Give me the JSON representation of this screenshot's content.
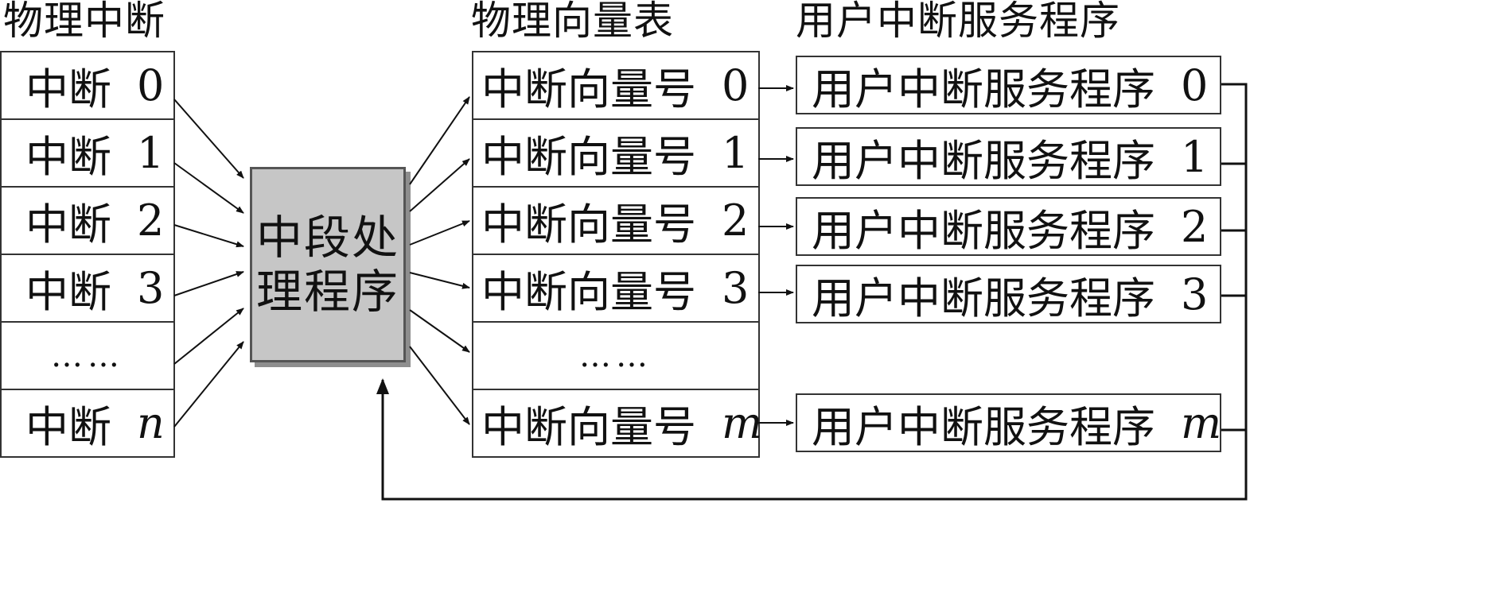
{
  "titles": {
    "physical_interrupts": "物理中断",
    "physical_vector_table": "物理向量表",
    "user_isr": "用户中断服务程序"
  },
  "physical_interrupts": [
    {
      "label": "中断",
      "index": "0",
      "italic": false
    },
    {
      "label": "中断",
      "index": "1",
      "italic": false
    },
    {
      "label": "中断",
      "index": "2",
      "italic": false
    },
    {
      "label": "中断",
      "index": "3",
      "italic": false
    },
    {
      "label": "……",
      "index": "",
      "italic": false
    },
    {
      "label": "中断",
      "index": "n",
      "italic": true
    }
  ],
  "processor": {
    "label": "中段处理程序"
  },
  "vector_table": [
    {
      "label": "中断向量号",
      "index": "0",
      "italic": false
    },
    {
      "label": "中断向量号",
      "index": "1",
      "italic": false
    },
    {
      "label": "中断向量号",
      "index": "2",
      "italic": false
    },
    {
      "label": "中断向量号",
      "index": "3",
      "italic": false
    },
    {
      "label": "……",
      "index": "",
      "italic": false
    },
    {
      "label": "中断向量号",
      "index": "m",
      "italic": true
    }
  ],
  "user_services": [
    {
      "label": "用户中断服务程序",
      "index": "0",
      "italic": false
    },
    {
      "label": "用户中断服务程序",
      "index": "1",
      "italic": false
    },
    {
      "label": "用户中断服务程序",
      "index": "2",
      "italic": false
    },
    {
      "label": "用户中断服务程序",
      "index": "3",
      "italic": false
    },
    {
      "label": "用户中断服务程序",
      "index": "m",
      "italic": true
    }
  ]
}
